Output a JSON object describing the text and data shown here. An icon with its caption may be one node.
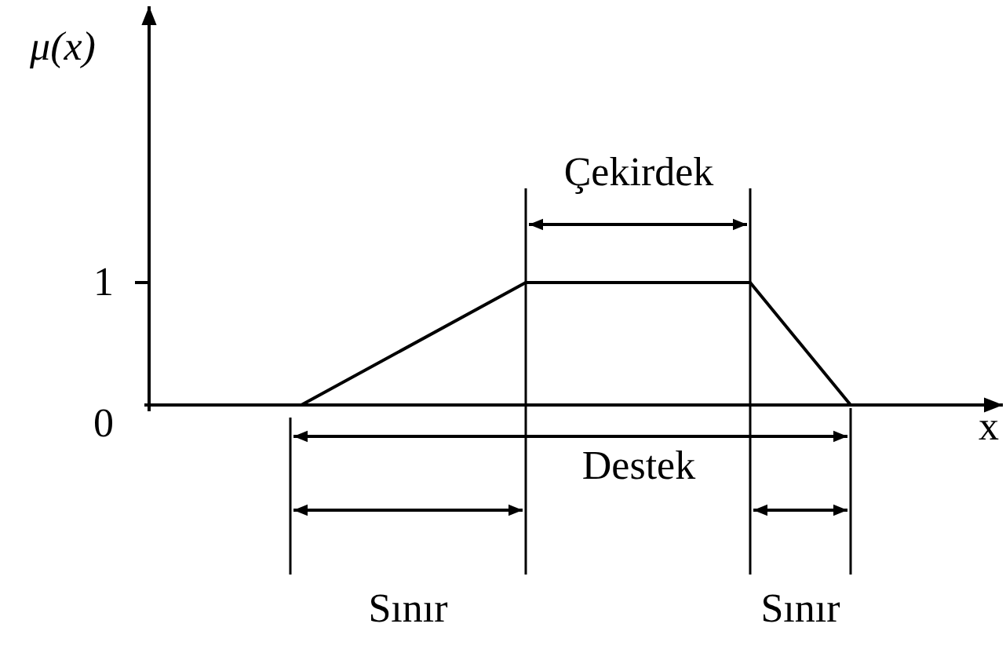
{
  "diagram": {
    "labels": [
      "μ(x)",
      "Çekirdek",
      "1",
      "0",
      "Destek",
      "x",
      "Sınır",
      "Sınır"
    ]
  }
}
